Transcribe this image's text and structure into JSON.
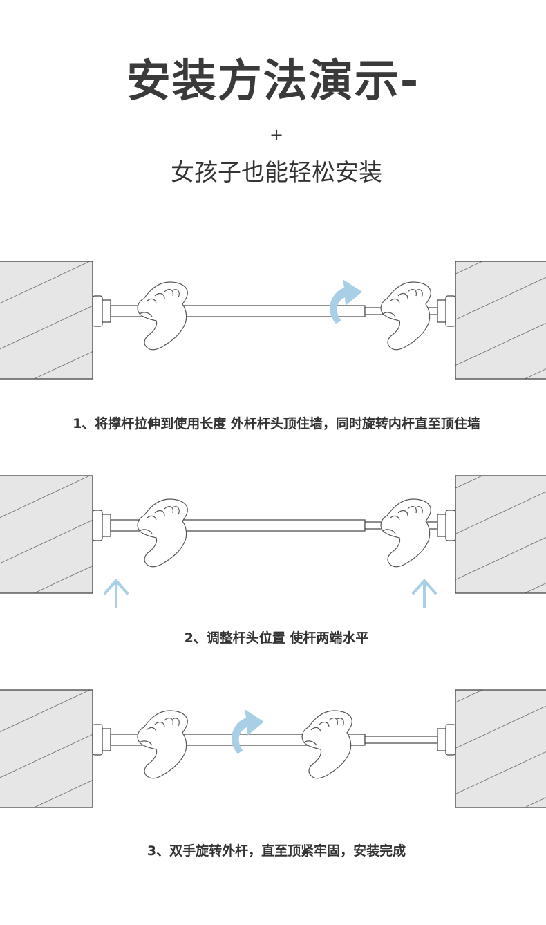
{
  "header": {
    "title": "安装方法演示-",
    "plus": "+",
    "subtitle": "女孩子也能轻松安装"
  },
  "steps": [
    {
      "caption": "1、将撑杆拉伸到使用长度 外杆杆头顶住墙，同时旋转内杆直至顶住墙"
    },
    {
      "caption": "2、调整杆头位置 使杆两端水平"
    },
    {
      "caption": "3、双手旋转外杆，直至顶紧牢固，安装完成"
    }
  ],
  "colors": {
    "wall_fill": "#e6e6e6",
    "outline": "#444444",
    "arrow": "#a9cfe6"
  }
}
